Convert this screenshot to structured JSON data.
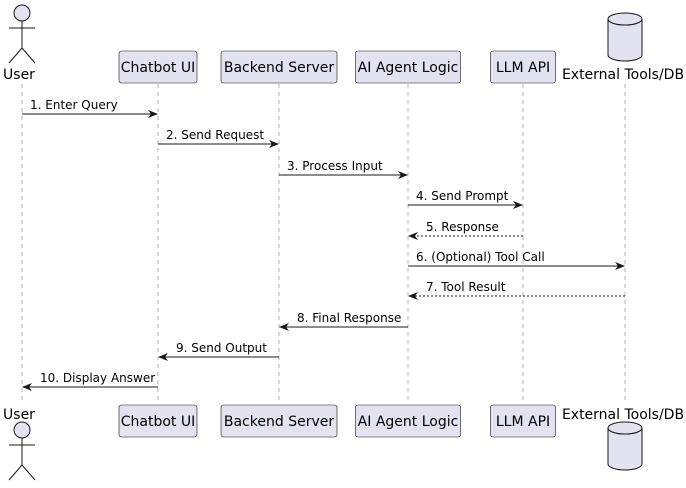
{
  "participants": [
    {
      "id": "user",
      "label": "User",
      "kind": "actor"
    },
    {
      "id": "chatbot",
      "label": "Chatbot UI",
      "kind": "participant"
    },
    {
      "id": "backend",
      "label": "Backend Server",
      "kind": "participant"
    },
    {
      "id": "agent",
      "label": "AI Agent Logic",
      "kind": "participant"
    },
    {
      "id": "llm",
      "label": "LLM API",
      "kind": "participant"
    },
    {
      "id": "tools",
      "label": "External Tools/DB",
      "kind": "database"
    }
  ],
  "messages": [
    {
      "from": "user",
      "to": "chatbot",
      "label": "1. Enter Query",
      "style": "solid"
    },
    {
      "from": "chatbot",
      "to": "backend",
      "label": "2. Send Request",
      "style": "solid"
    },
    {
      "from": "backend",
      "to": "agent",
      "label": "3. Process Input",
      "style": "solid"
    },
    {
      "from": "agent",
      "to": "llm",
      "label": "4. Send Prompt",
      "style": "solid"
    },
    {
      "from": "llm",
      "to": "agent",
      "label": "5. Response",
      "style": "dotted"
    },
    {
      "from": "agent",
      "to": "tools",
      "label": "6. (Optional) Tool Call",
      "style": "solid"
    },
    {
      "from": "tools",
      "to": "agent",
      "label": "7. Tool Result",
      "style": "dotted"
    },
    {
      "from": "agent",
      "to": "backend",
      "label": "8. Final Response",
      "style": "solid"
    },
    {
      "from": "backend",
      "to": "chatbot",
      "label": "9. Send Output",
      "style": "solid"
    },
    {
      "from": "chatbot",
      "to": "user",
      "label": "10. Display Answer",
      "style": "solid"
    }
  ],
  "colors": {
    "participant_fill": "#e2e2f0",
    "stroke": "#181818",
    "lifeline": "#b3b3b3"
  }
}
